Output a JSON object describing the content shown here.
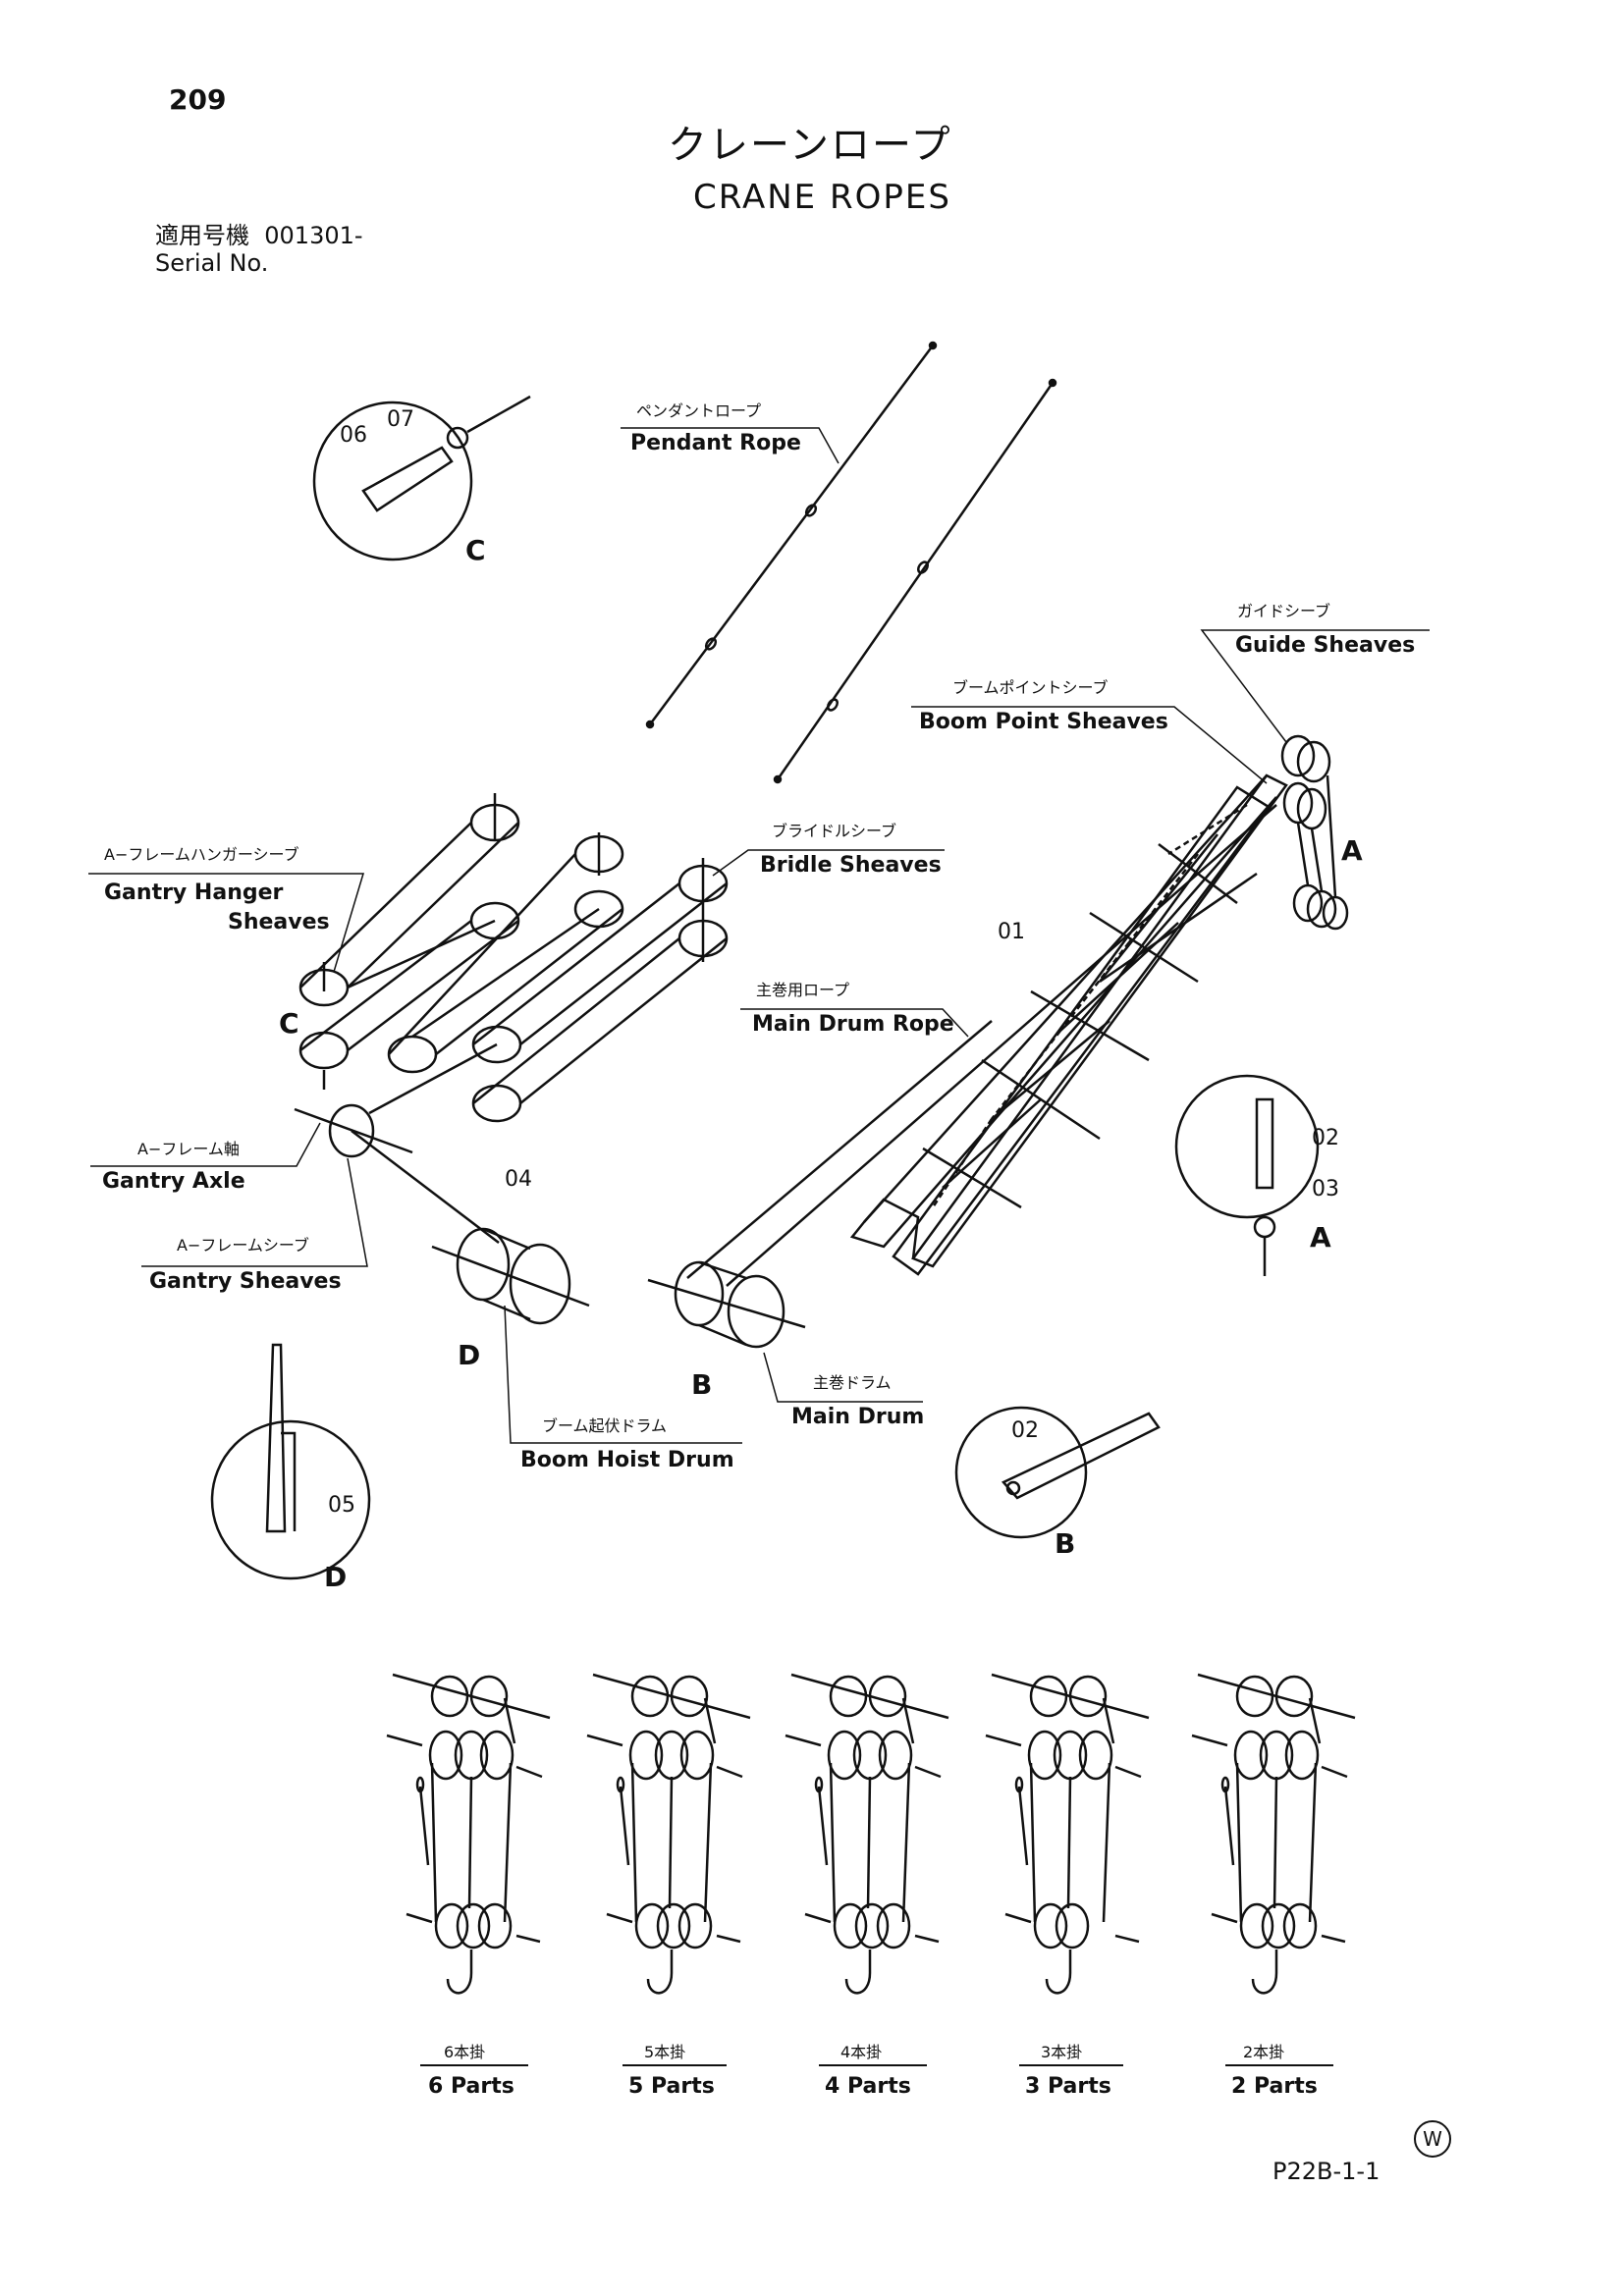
{
  "page_number": "209",
  "title_jp": "クレーンロープ",
  "title_en": "CRANE ROPES",
  "serial": {
    "label_jp": "適用号機",
    "value": "001301-",
    "label_en": "Serial No."
  },
  "labels": {
    "pendant_rope": {
      "jp": "ペンダントロープ",
      "en": "Pendant Rope"
    },
    "guide_sheaves": {
      "jp": "ガイドシーブ",
      "en": "Guide Sheaves"
    },
    "boom_point_sheaves": {
      "jp": "ブームポイントシーブ",
      "en": "Boom Point Sheaves"
    },
    "bridle_sheaves": {
      "jp": "ブライドルシーブ",
      "en": "Bridle Sheaves"
    },
    "gantry_hanger_sheaves": {
      "jp": "A−フレームハンガーシーブ",
      "en1": "Gantry Hanger",
      "en2": "Sheaves"
    },
    "main_drum_rope": {
      "jp": "主巻用ロープ",
      "en": "Main Drum Rope"
    },
    "gantry_axle": {
      "jp": "A−フレーム軸",
      "en": "Gantry Axle"
    },
    "gantry_sheaves": {
      "jp": "A−フレームシーブ",
      "en": "Gantry Sheaves"
    },
    "boom_hoist_drum": {
      "jp": "ブーム起伏ドラム",
      "en": "Boom Hoist Drum"
    },
    "main_drum": {
      "jp": "主巻ドラム",
      "en": "Main Drum"
    }
  },
  "callouts": [
    "01",
    "02",
    "03",
    "04",
    "05",
    "06",
    "07"
  ],
  "detail_letters": [
    "A",
    "B",
    "C",
    "D"
  ],
  "reeving": [
    {
      "jp": "6本掛",
      "en": "6 Parts"
    },
    {
      "jp": "5本掛",
      "en": "5 Parts"
    },
    {
      "jp": "4本掛",
      "en": "4 Parts"
    },
    {
      "jp": "3本掛",
      "en": "3 Parts"
    },
    {
      "jp": "2本掛",
      "en": "2 Parts"
    }
  ],
  "watermark_symbol": "W",
  "footer_code": "P22B-1-1"
}
